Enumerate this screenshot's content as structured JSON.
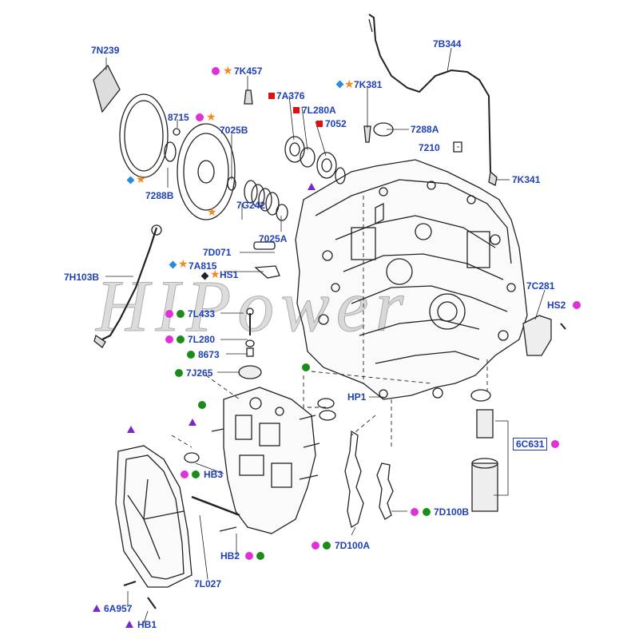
{
  "watermark": "HIPower",
  "colors": {
    "label": "#1f3fb8",
    "magenta": "#e030d8",
    "green": "#1a8c1a",
    "orange": "#f08a20",
    "red": "#e01010",
    "purple": "#7a28c8",
    "blue": "#2a8ae0",
    "black": "#222222"
  },
  "labels": {
    "l_7N239": "7N239",
    "l_8715": "8715",
    "l_7025B": "7025B",
    "l_7K457": "7K457",
    "l_7A376": "7A376",
    "l_7L280A": "7L280A",
    "l_7052": "7052",
    "l_7K381": "7K381",
    "l_7B344": "7B344",
    "l_7288A": "7288A",
    "l_7210": "7210",
    "l_7K341": "7K341",
    "l_7288B": "7288B",
    "l_7G242": "7G242",
    "l_7025A": "7025A",
    "l_7D071": "7D071",
    "l_7A815": "7A815",
    "l_HS1": "HS1",
    "l_7H103B": "7H103B",
    "l_7L433": "7L433",
    "l_7L280": "7L280",
    "l_8673": "8673",
    "l_7J265": "7J265",
    "l_7C281": "7C281",
    "l_HS2": "HS2",
    "l_HP1": "HP1",
    "l_6C631": "6C631",
    "l_HB3": "HB3",
    "l_7D100B": "7D100B",
    "l_7D100A": "7D100A",
    "l_HB2": "HB2",
    "l_7L027": "7L027",
    "l_6A957": "6A957",
    "l_HB1": "HB1"
  }
}
